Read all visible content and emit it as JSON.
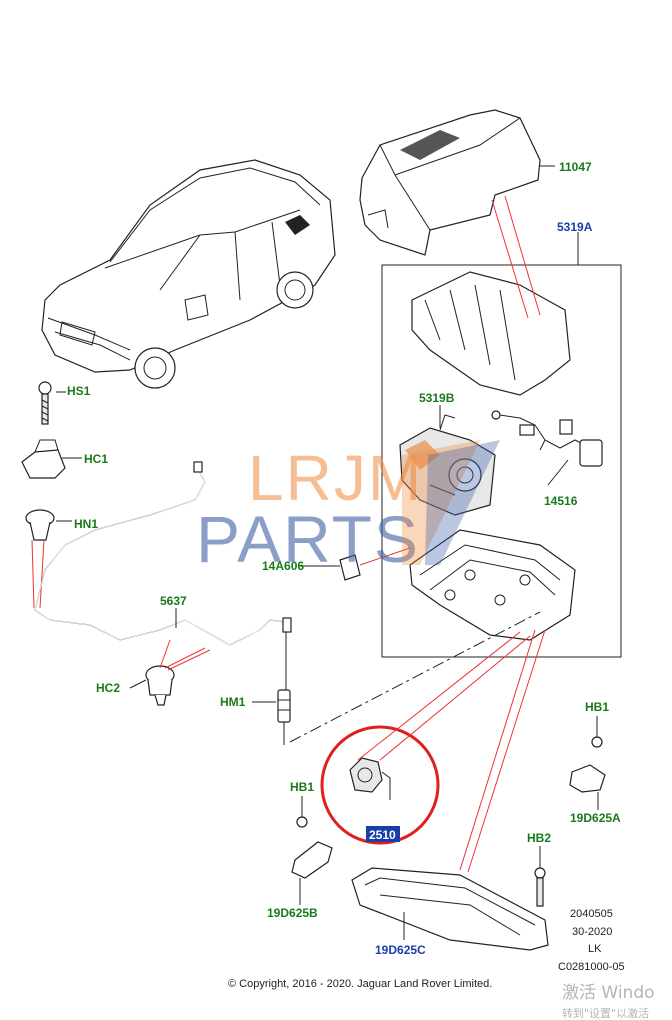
{
  "callouts": {
    "c11047": "11047",
    "c5319A": "5319A",
    "c5319B": "5319B",
    "c14516": "14516",
    "c14A606": "14A606",
    "cHS1": "HS1",
    "cHC1": "HC1",
    "cHN1": "HN1",
    "c5637": "5637",
    "cHC2": "HC2",
    "cHM1": "HM1",
    "cHB1a": "HB1",
    "cHB1b": "HB1",
    "c19D625A": "19D625A",
    "c2510": "2510",
    "cHB2": "HB2",
    "c19D625B": "19D625B",
    "c19D625C": "19D625C"
  },
  "reference": {
    "line1": "2040505",
    "line2": "30-2020",
    "line3": "LK",
    "line4": "C0281000-05"
  },
  "copyright": "© Copyright, 2016 - 2020. Jaguar Land Rover Limited.",
  "watermark": {
    "line1": "LRJM",
    "line2": "PARTS"
  },
  "windows_overlay": {
    "line1": "激活 Windo",
    "line2": "转到\"设置\"以激活"
  },
  "colors": {
    "part_green": "#1a7a1a",
    "part_blue": "#1a3ea8",
    "leader_red": "#e33333",
    "highlight_circle": "#e02020"
  }
}
